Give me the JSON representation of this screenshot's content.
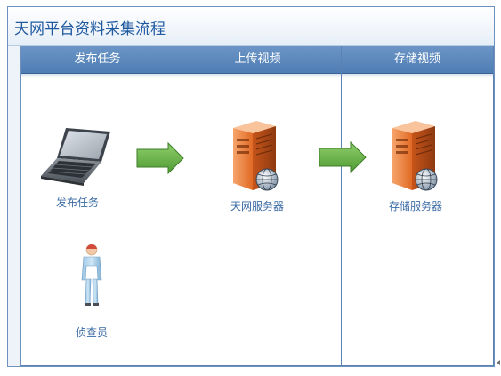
{
  "title": "天网平台资料采集流程",
  "lanes": [
    {
      "header": "发布任务"
    },
    {
      "header": "上传视频"
    },
    {
      "header": "存储视频"
    }
  ],
  "nodes": {
    "laptop": {
      "label": "发布任务",
      "icon": "laptop-icon"
    },
    "investigator": {
      "label": "侦查员",
      "icon": "person-icon"
    },
    "upload_server": {
      "label": "天网服务器",
      "icon": "server-icon"
    },
    "storage_server": {
      "label": "存储服务器",
      "icon": "server-icon"
    }
  },
  "colors": {
    "lane_header": "#4f7db4",
    "title_text": "#1f5aa0",
    "arrow_green": "#6bb24a",
    "server_orange": "#e8702a",
    "label_blue": "#3a6aa3"
  }
}
